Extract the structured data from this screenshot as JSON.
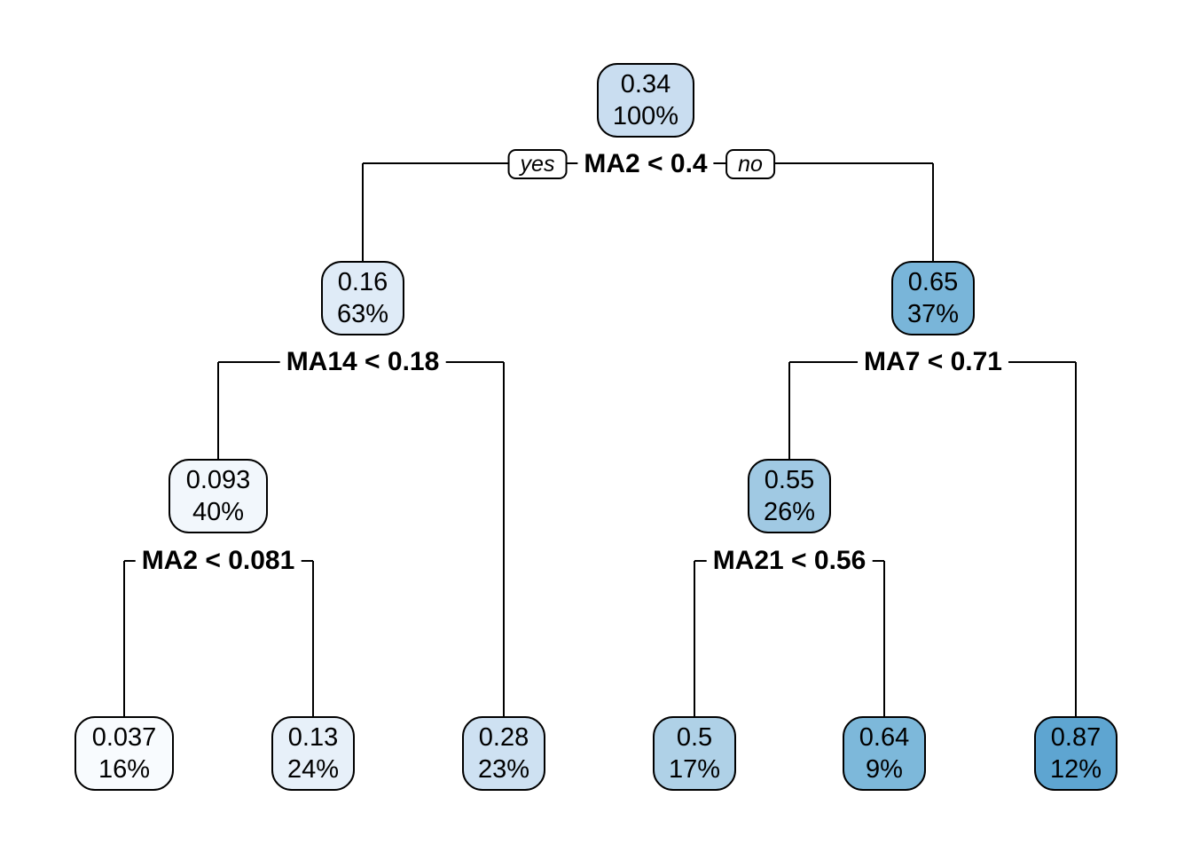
{
  "figure": {
    "type": "decision-tree-plot",
    "background": "#FFFFFF",
    "line_color": "#000000",
    "text_color": "#000000"
  },
  "branch_labels": {
    "yes": "yes",
    "no": "no"
  },
  "tree": {
    "nodes": [
      {
        "id": "root",
        "value": "0.34",
        "percent": "100%",
        "fill": "#C9DDF0"
      },
      {
        "id": "left",
        "value": "0.16",
        "percent": "63%",
        "fill": "#DFEBF7"
      },
      {
        "id": "right",
        "value": "0.65",
        "percent": "37%",
        "fill": "#79B5D9"
      },
      {
        "id": "left-left",
        "value": "0.093",
        "percent": "40%",
        "fill": "#F2F7FC"
      },
      {
        "id": "right-left",
        "value": "0.55",
        "percent": "26%",
        "fill": "#A0C9E3"
      },
      {
        "id": "leaf-1",
        "value": "0.037",
        "percent": "16%",
        "fill": "#F8FBFE"
      },
      {
        "id": "leaf-2",
        "value": "0.13",
        "percent": "24%",
        "fill": "#E7F0F9"
      },
      {
        "id": "leaf-3",
        "value": "0.28",
        "percent": "23%",
        "fill": "#CEE1F2"
      },
      {
        "id": "leaf-4",
        "value": "0.5",
        "percent": "17%",
        "fill": "#AFD1E7"
      },
      {
        "id": "leaf-5",
        "value": "0.64",
        "percent": "9%",
        "fill": "#7DB8DA"
      },
      {
        "id": "leaf-6",
        "value": "0.87",
        "percent": "12%",
        "fill": "#5EA5D1"
      }
    ],
    "splits": [
      {
        "condition": "MA2 < 0.4",
        "parent": "root",
        "yes_child": "left",
        "no_child": "right"
      },
      {
        "condition": "MA14 < 0.18",
        "parent": "left",
        "yes_child": "left-left",
        "no_child": "leaf-3"
      },
      {
        "condition": "MA7 < 0.71",
        "parent": "right",
        "yes_child": "right-left",
        "no_child": "leaf-6"
      },
      {
        "condition": "MA2 < 0.081",
        "parent": "left-left",
        "yes_child": "leaf-1",
        "no_child": "leaf-2"
      },
      {
        "condition": "MA21 < 0.56",
        "parent": "right-left",
        "yes_child": "leaf-4",
        "no_child": "leaf-5"
      }
    ]
  }
}
